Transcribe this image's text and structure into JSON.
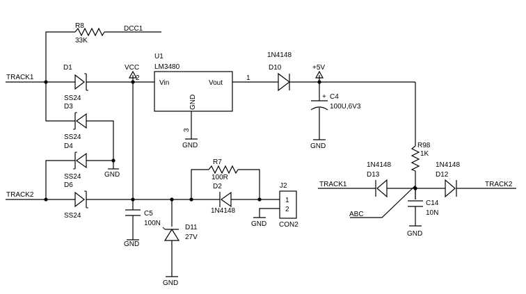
{
  "nets": {
    "dcc1": "DCC1",
    "track1_left": "TRACK1",
    "track2_left": "TRACK2",
    "vcc": "VCC",
    "plus5v": "+5V",
    "track1_right": "TRACK1",
    "track2_right": "TRACK2",
    "abc": "ABC"
  },
  "components": {
    "R8": {
      "ref": "R8",
      "value": "33K"
    },
    "D1": {
      "ref": "D1",
      "value": "SS24"
    },
    "D3": {
      "ref": "D3",
      "value": "SS24"
    },
    "D4": {
      "ref": "D4",
      "value": "SS24"
    },
    "D6": {
      "ref": "D6",
      "value": "SS24"
    },
    "U1": {
      "ref": "U1",
      "part": "LM3480",
      "pin_vin": "Vin",
      "pin_vout": "Vout",
      "pin_gnd": "GND",
      "pin1": "1",
      "pin2": "2",
      "pin3": "3"
    },
    "D10": {
      "ref": "D10",
      "value": "1N4148"
    },
    "C4": {
      "ref": "C4",
      "value": "100U,6V3",
      "polarity": "+"
    },
    "C5": {
      "ref": "C5",
      "value": "100N"
    },
    "R7": {
      "ref": "R7",
      "value": "100R"
    },
    "D2": {
      "ref": "D2",
      "value": "1N4148"
    },
    "D11": {
      "ref": "D11",
      "value": "27V"
    },
    "J2": {
      "ref": "J2",
      "value": "CON2",
      "pin1": "1",
      "pin2": "2"
    },
    "R98": {
      "ref": "R98",
      "value": "1K"
    },
    "D13": {
      "ref": "D13",
      "value": "1N4148"
    },
    "D12": {
      "ref": "D12",
      "value": "1N4148"
    },
    "C14": {
      "ref": "C14",
      "value": "10N"
    }
  },
  "gnd": {
    "d4": "GND",
    "u1": "GND",
    "c4": "GND",
    "c5": "GND",
    "d11": "GND",
    "j2": "GND",
    "c14": "GND"
  }
}
